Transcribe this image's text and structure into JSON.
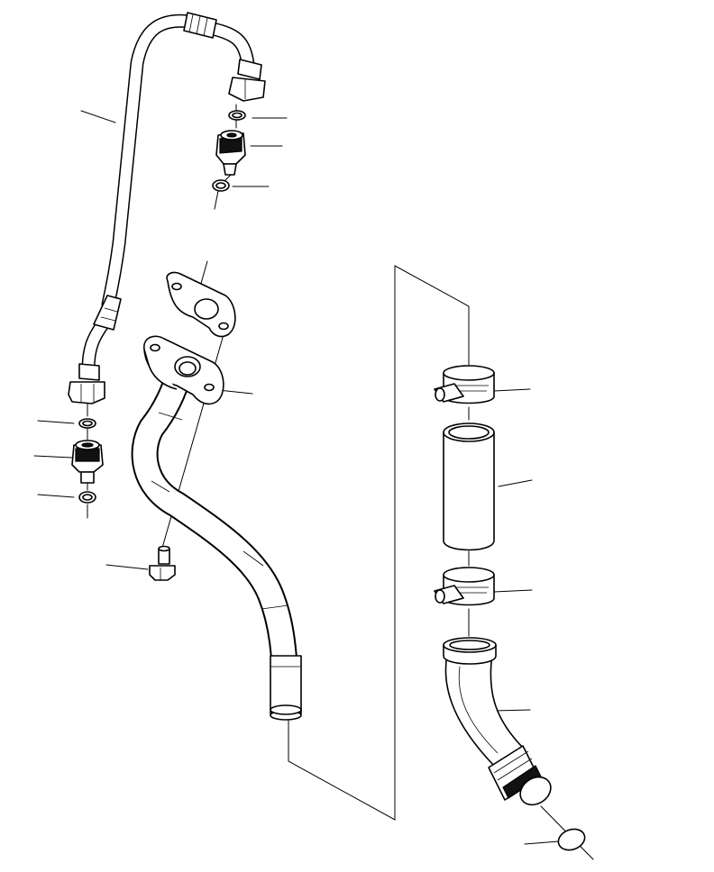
{
  "diagram": {
    "type": "exploded parts diagram",
    "callout_count": 16,
    "parts": [
      "braided-hose",
      "upper-hose-nut",
      "upper-o-ring",
      "upper-adapter-fitting",
      "upper-gasket-ring",
      "flange-gasket",
      "lower-hose-nut",
      "lower-o-ring",
      "lower-adapter-fitting",
      "lower-gasket-ring",
      "drain-pipe",
      "mounting-bolt",
      "upper-hose-clamp",
      "rubber-connector-hose",
      "lower-hose-clamp",
      "elbow-tube",
      "blanking-plate"
    ]
  }
}
